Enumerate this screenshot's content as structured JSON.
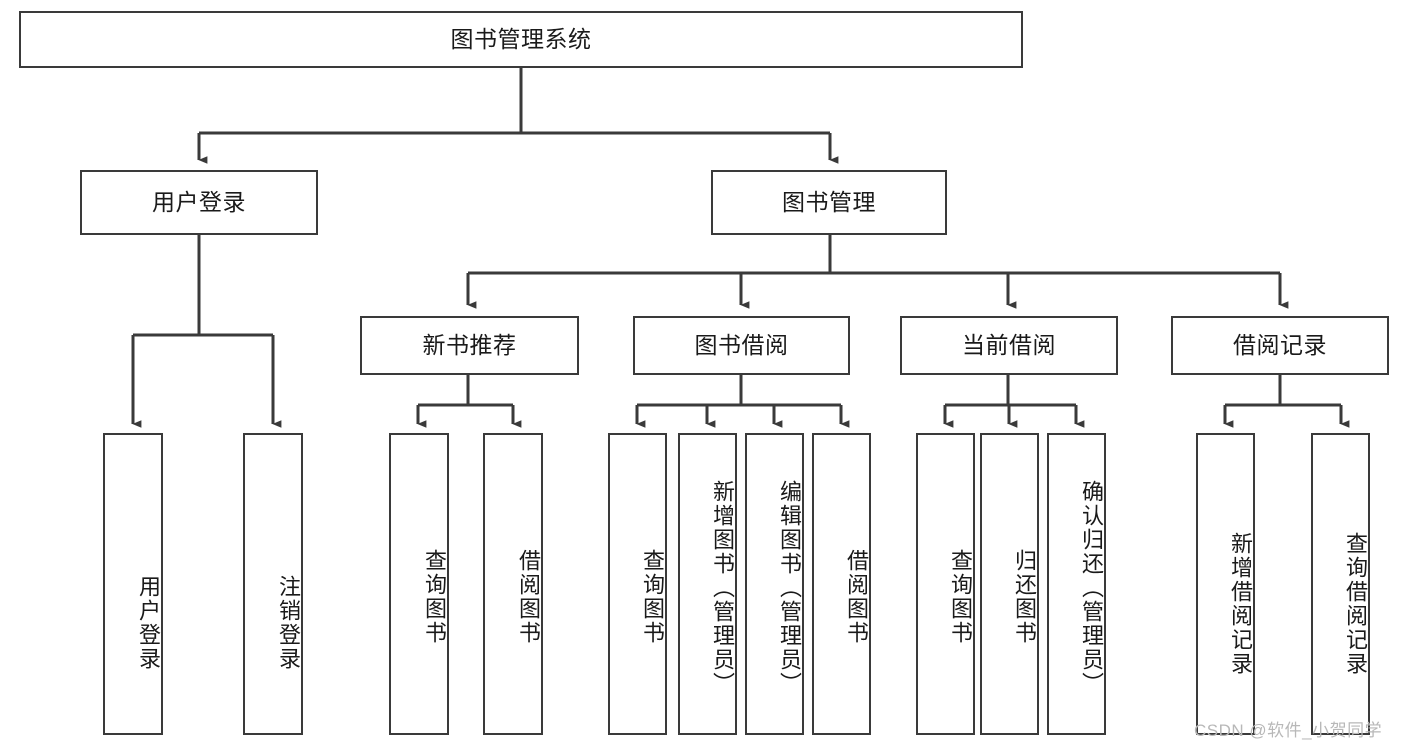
{
  "diagram": {
    "title": "图书管理系统",
    "type": "hierarchy-tree",
    "stroke_color": "#3a3a3a",
    "fill_color": "#ffffff",
    "text_color": "#1a1a1a",
    "background": "#ffffff",
    "root": {
      "label": "图书管理系统"
    },
    "level2": [
      {
        "label": "用户登录"
      },
      {
        "label": "图书管理"
      }
    ],
    "level3": [
      {
        "label": "新书推荐"
      },
      {
        "label": "图书借阅"
      },
      {
        "label": "当前借阅"
      },
      {
        "label": "借阅记录"
      }
    ],
    "leaves": {
      "user_login": [
        {
          "label": "用户登录"
        },
        {
          "label": "注销登录"
        }
      ],
      "new_book_recommend": [
        {
          "label": "查询图书"
        },
        {
          "label": "借阅图书"
        }
      ],
      "book_borrow": [
        {
          "label": "查询图书"
        },
        {
          "label": "新增图书（管理员）"
        },
        {
          "label": "编辑图书（管理员）"
        },
        {
          "label": "借阅图书"
        }
      ],
      "current_borrow": [
        {
          "label": "查询图书"
        },
        {
          "label": "归还图书"
        },
        {
          "label": "确认归还（管理员）"
        }
      ],
      "borrow_record": [
        {
          "label": "新增借阅记录"
        },
        {
          "label": "查询借阅记录"
        }
      ]
    }
  },
  "watermark": {
    "text": "CSDN @软件_小贺同学"
  }
}
